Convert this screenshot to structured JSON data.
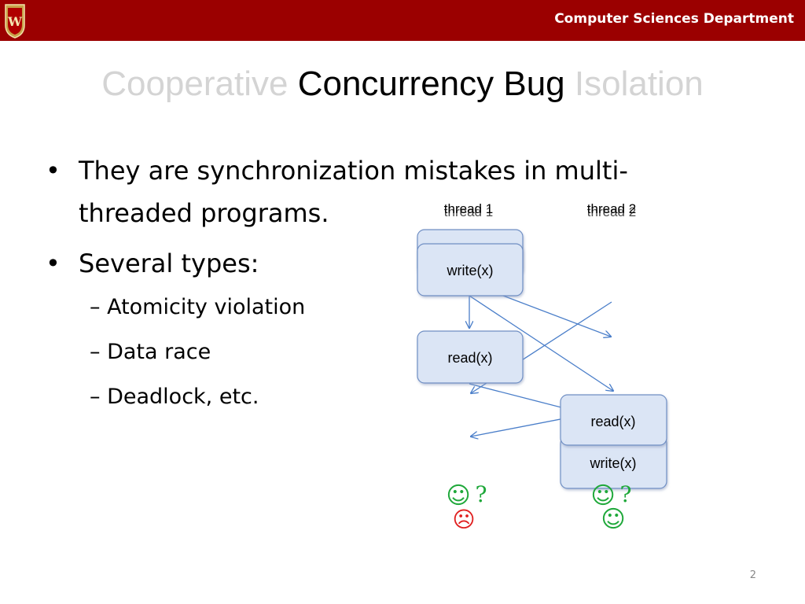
{
  "header": {
    "department": "Computer Sciences Department",
    "crest_letter": "W"
  },
  "title": {
    "part1": "Cooperative",
    "part2": "Concurrency Bug",
    "part3": "Isolation"
  },
  "bullets": {
    "item1_line1": "They are synchronization mistakes in multi-",
    "item1_line2": "threaded programs.",
    "item2": "Several types:",
    "sub1": "– Atomicity violation",
    "sub2": "– Data race",
    "sub3": "– Deadlock, etc.",
    "bullet_char": "•"
  },
  "diagram": {
    "thread1_label": "thread 1",
    "thread2_label": "thread 2",
    "t1_box1": "write(x)",
    "t1_box2": "read(x)",
    "t2_box1": "read(x)",
    "t2_box2": "write(x)",
    "t1_outcome1_face": "☺",
    "t1_outcome1_mark": "?",
    "t1_outcome2_face": "☹",
    "t2_outcome1_face": "☺",
    "t2_outcome1_mark": "?",
    "t2_outcome2_face": "☺"
  },
  "page_number": "2",
  "colors": {
    "header_red": "#9b0000",
    "box_fill": "#dbe5f5",
    "box_stroke": "#6f8fc4",
    "arrow": "#4a7ec9",
    "happy_green": "#1fa83a",
    "sad_red": "#e02020",
    "dim_title": "#d4d4d4"
  }
}
